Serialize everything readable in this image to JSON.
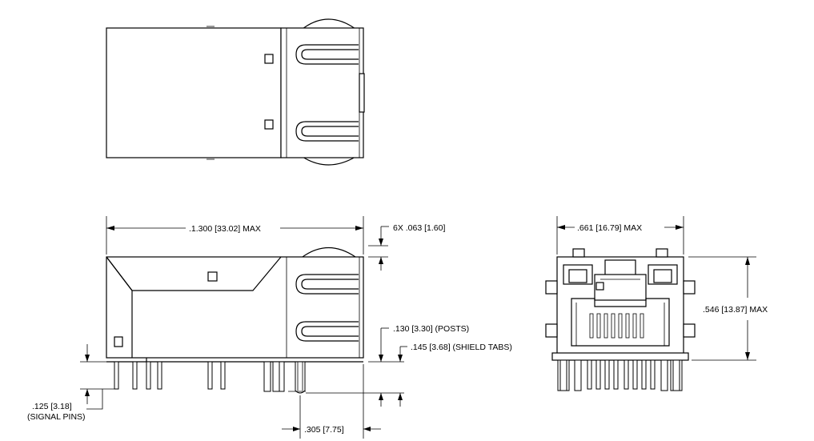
{
  "dimensions": {
    "overall_length": ".1.300 [33.02] MAX",
    "shield_tab_width": "6X .063 [1.60]",
    "post_length": ".130 [3.30] (POSTS)",
    "shield_tab_length": ".145 [3.68] (SHIELD TABS)",
    "signal_pin_length": ".125 [3.18]",
    "signal_pin_note": "(SIGNAL PINS)",
    "post_offset": ".305 [7.75]",
    "overall_width": ".661 [16.79] MAX",
    "overall_height": ".546 [13.87] MAX"
  }
}
